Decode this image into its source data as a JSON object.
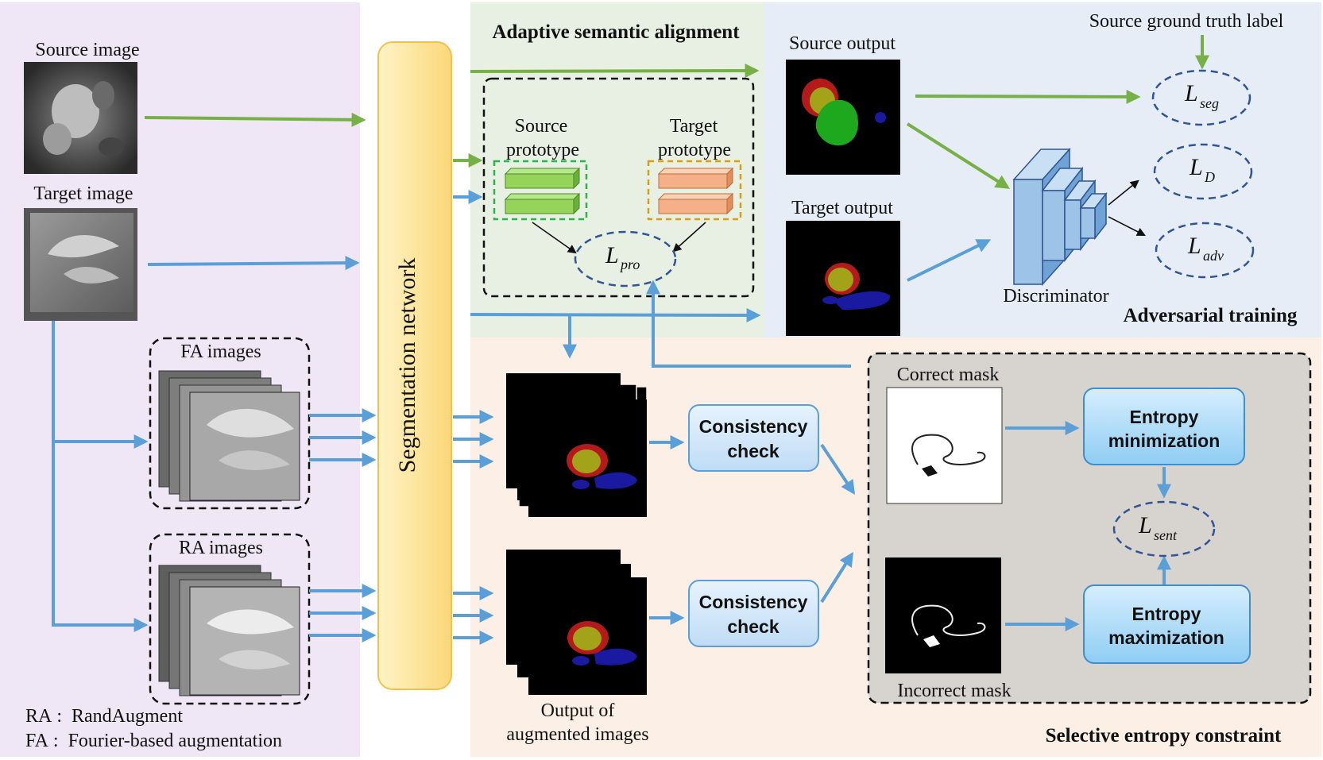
{
  "panels": {
    "adaptive": "Adaptive semantic alignment",
    "adversarial": "Adversarial training",
    "selective": "Selective entropy constraint"
  },
  "inputs": {
    "source_image": "Source image",
    "target_image": "Target image",
    "fa_images": "FA images",
    "ra_images": "RA images"
  },
  "legend": {
    "ra": "RA :  RandAugment",
    "fa": "FA :  Fourier-based augmentation"
  },
  "segmentation_network": "Segmentation network",
  "prototypes": {
    "source": [
      "Source",
      "prototype"
    ],
    "target": [
      "Target",
      "prototype"
    ]
  },
  "losses": {
    "pro": {
      "main": "L",
      "sub": "pro"
    },
    "seg": {
      "main": "L",
      "sub": "seg"
    },
    "d": {
      "main": "L",
      "sub": "D"
    },
    "adv": {
      "main": "L",
      "sub": "adv"
    },
    "sent": {
      "main": "L",
      "sub": "sent"
    }
  },
  "adversarial_labels": {
    "source_output": "Source output",
    "target_output": "Target output",
    "ground_truth": "Source ground truth label",
    "discriminator": "Discriminator"
  },
  "augmented_output": [
    "Output of",
    "augmented images"
  ],
  "consistency_check": [
    "Consistency",
    "check"
  ],
  "masks": {
    "correct": "Correct mask",
    "incorrect": "Incorrect mask"
  },
  "entropy": {
    "min": [
      "Entropy",
      "minimization"
    ],
    "max": [
      "Entropy",
      "maximization"
    ]
  },
  "colors": {
    "source_flow": "#78b048",
    "target_flow": "#5a9fd8",
    "left_panel": "#efe7f6",
    "adaptive_panel": "#e8f0e4",
    "adversarial_panel": "#e6edf7",
    "selective_panel": "#fcefe6",
    "seg_network": "#fde9a8",
    "source_prototype": "#95d35a",
    "target_prototype": "#f6b089"
  }
}
